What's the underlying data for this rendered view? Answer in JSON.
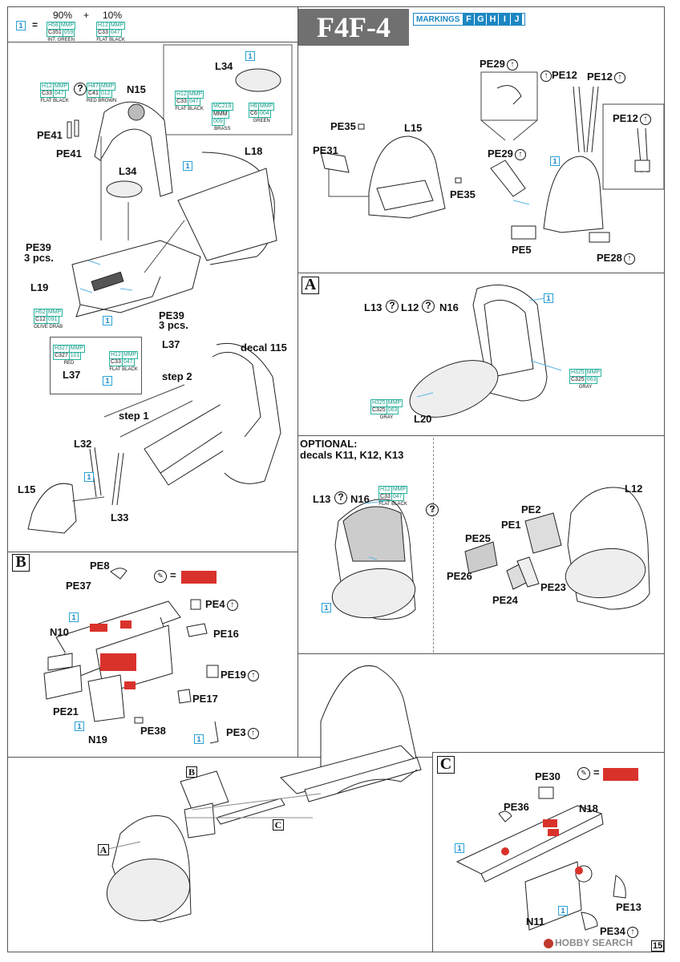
{
  "header": {
    "mix_index": "1",
    "mix_equals": "=",
    "mix_plus": "+",
    "mix_pct_1": "90%",
    "mix_pct_2": "10%",
    "mix_paint_1": {
      "h": "H58",
      "mmp": "MMP",
      "c": "C351",
      "num": "059",
      "name": "INT. GREEN"
    },
    "mix_paint_2": {
      "h": "H12",
      "mmp": "MMP",
      "c": "C33",
      "num": "047",
      "name": "FLAT BLACK"
    },
    "title": "F4F-4",
    "markings_label": "MARKINGS",
    "markings_letters": [
      "F",
      "G",
      "H",
      "I",
      "J"
    ]
  },
  "paints": {
    "flat_black_a": {
      "h": "H12",
      "mmp": "MMP",
      "c": "C33",
      "num": "047",
      "name": "FLAT BLACK"
    },
    "red_brown": {
      "h": "H47",
      "mmp": "MMP",
      "c": "C41",
      "num": "012",
      "name": "RED BROWN"
    },
    "brass": {
      "h": "MC219",
      "mmp": "MMM",
      "c": "",
      "num": "009",
      "name": "BRASS"
    },
    "green": {
      "h": "H6",
      "mmp": "MMP",
      "c": "C6",
      "num": "004",
      "name": "GREEN"
    },
    "olive_drab": {
      "h": "H52",
      "mmp": "MMP",
      "c": "C12",
      "num": "091",
      "name": "OLIVE DRAB"
    },
    "red": {
      "h": "H327",
      "mmp": "MMP",
      "c": "C327",
      "num": "101",
      "name": "RED"
    },
    "gray_a": {
      "h": "H325",
      "mmp": "MMP",
      "c": "C325",
      "num": "063",
      "name": "GRAY"
    },
    "gray_b": {
      "h": "H325",
      "mmp": "MMP",
      "c": "C325",
      "num": "063",
      "name": "GRAY"
    },
    "flat_black_n16": {
      "h": "H12",
      "mmp": "MMP",
      "c": "C33",
      "num": "047",
      "name": "FLAT BLACK"
    }
  },
  "labels": {
    "n15": "N15",
    "pe41a": "PE41",
    "pe41b": "PE41",
    "l34": "L34",
    "l34_inset": "L34",
    "l18": "L18",
    "pe39a": "PE39",
    "pe39a_qty": "3 pcs.",
    "l19": "L19",
    "pe39b": "PE39",
    "pe39b_qty": "3 pcs.",
    "l37": "L37",
    "l37_inset": "L37",
    "decal115": "decal 115",
    "step1": "step 1",
    "step2": "step 2",
    "l32": "L32",
    "l33": "L33",
    "l15": "L15",
    "pe29": "PE29",
    "pe12a": "PE12",
    "pe12b": "PE12",
    "pe12c": "PE12",
    "pe35a": "PE35",
    "pe35b": "PE35",
    "l15_right": "L15",
    "pe31": "PE31",
    "pe29b": "PE29",
    "pe5": "PE5",
    "pe28": "PE28",
    "l13a": "L13",
    "l12a": "L12",
    "n16a": "N16",
    "l20": "L20",
    "optional": "OPTIONAL:",
    "optional_decals": "decals K11, K12, K13",
    "l13b": "L13",
    "n16b": "N16",
    "l12b": "L12",
    "pe2": "PE2",
    "pe1": "PE1",
    "pe25": "PE25",
    "pe26": "PE26",
    "pe24": "PE24",
    "pe23": "PE23",
    "pe8": "PE8",
    "pe37": "PE37",
    "n10": "N10",
    "pe4": "PE4",
    "pe16": "PE16",
    "pe19": "PE19",
    "pe17": "PE17",
    "pe21": "PE21",
    "n19": "N19",
    "pe38": "PE38",
    "pe3": "PE3",
    "pe30": "PE30",
    "pe36": "PE36",
    "n18": "N18",
    "n11": "N11",
    "pe13": "PE13",
    "pe34": "PE34"
  },
  "sections": {
    "a": "A",
    "b": "B",
    "c": "C"
  },
  "question_mark": "?",
  "equals": "=",
  "num_one": "1",
  "arrow_symbol": "↑",
  "footer": {
    "watermark": "HOBBY SEARCH",
    "page_number": "15"
  }
}
